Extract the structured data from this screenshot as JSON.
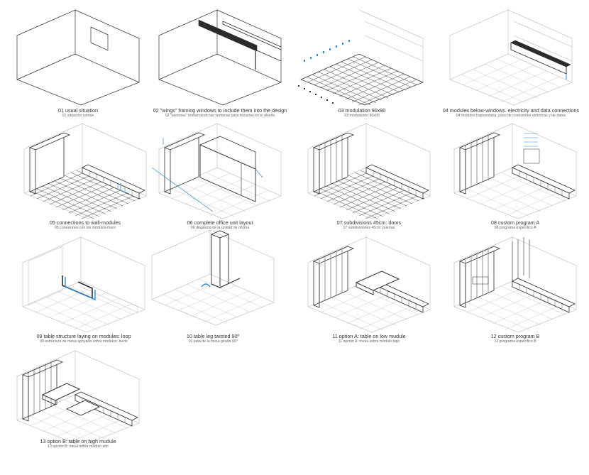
{
  "colors": {
    "line": "#2b2b2b",
    "light": "#b9b9b9",
    "accent": "#2a8bd6",
    "background": "#ffffff"
  },
  "panels": [
    {
      "title": "01 usual situation",
      "subtitle": "01 situación común"
    },
    {
      "title": "02 \"wings\" framing windows to include them into the design",
      "subtitle": "02 \"alerones\" enmarcando las ventanas para incluirlas en el diseño"
    },
    {
      "title": "03 modulation 90x90",
      "subtitle": "03 modulación 90x90"
    },
    {
      "title": "04 modules below-windows. electricity and data connections",
      "subtitle": "04 módulos bajoventana, paso de conexiones eléctricas y de datos"
    },
    {
      "title": "05 connections to wall-modules",
      "subtitle": "05 conexiones con los módulos-muro"
    },
    {
      "title": "06 complete office unit layout",
      "subtitle": "06 diagrama de la unidad de oficina"
    },
    {
      "title": "07 subdivisions 45cm: doors",
      "subtitle": "07 subdivisiones 45cm: puertas"
    },
    {
      "title": "08 custom program A",
      "subtitle": "08 programa específico A"
    },
    {
      "title": "09 table structure laying on modules: loop",
      "subtitle": "09 estructura de mesa apoyada sobre módulos: bucle"
    },
    {
      "title": "10 table leg twisted 90º",
      "subtitle": "10 pata de la mesa girada 90º"
    },
    {
      "title": "11 option A: table on low mudule",
      "subtitle": "11 opción A: mesa sobre módulo bajo"
    },
    {
      "title": "12 custom program B",
      "subtitle": "12 programa específico B"
    },
    {
      "title": "13 option B: table on high mudule",
      "subtitle": "13 opción B: mesa sobre módulo alto"
    }
  ]
}
